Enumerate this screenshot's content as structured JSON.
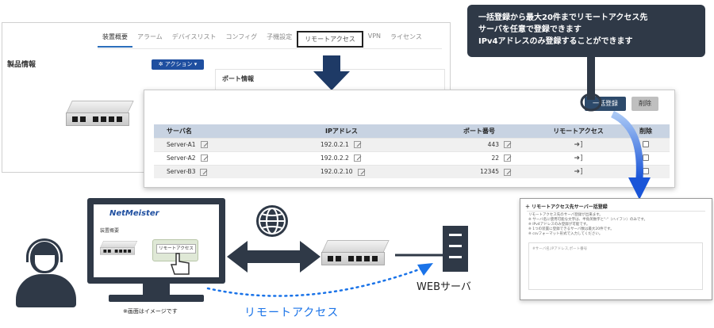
{
  "back_panel": {
    "tabs": [
      "装置概要",
      "アラーム",
      "デバイスリスト",
      "コンフィグ",
      "子機設定",
      "リモートアクセス",
      "VPN",
      "ライセンス"
    ],
    "product_title": "製品情報",
    "action_label": "✲ アクション ▾",
    "port_section_title": "ポート情報"
  },
  "callout": {
    "line1": "一括登録から最大20件までリモートアクセス先",
    "line2": "サーバを任意で登録できます",
    "line3": "IPv4アドレスのみ登録することができます"
  },
  "front_panel": {
    "bulk_register_label": "一括登録",
    "delete_label": "削除",
    "columns": [
      "サーバ名",
      "IPアドレス",
      "ポート番号",
      "リモートアクセス",
      "削除"
    ],
    "rows": [
      {
        "name": "Server-A1",
        "ip": "192.0.2.1",
        "port": "443"
      },
      {
        "name": "Server-A2",
        "ip": "192.0.2.2",
        "port": "22"
      },
      {
        "name": "Server-B3",
        "ip": "192.0.2.10",
        "port": "12345"
      }
    ]
  },
  "dialog": {
    "title": "＋ リモートアクセス先サーバー括登録",
    "text": "リモートアクセス先のサーバ登録が出来ます。\n※ サーバ名に使用可能な文字は、半角英数字と\"-\"（ハイフン）のみです。\n※ IPv4アドレスのみ登録が可能です。\n※ 1つの装置に登録できるサーバ数は最大20件です。\n※ csvフォーマット形式で入力してください。",
    "placeholder": "#サーバ名,IPアドレス,ポート番号"
  },
  "monitor": {
    "logo": "NetMeister",
    "device_label": "装置概要",
    "button_label": "リモートアクセス",
    "note": "※画面はイメージです"
  },
  "server_label": "WEBサーバ",
  "remote_access_label": "リモートアクセス",
  "colors": {
    "dark": "#2f3947",
    "accent_blue": "#1a73e8",
    "header_blue": "#c8d3e2"
  }
}
